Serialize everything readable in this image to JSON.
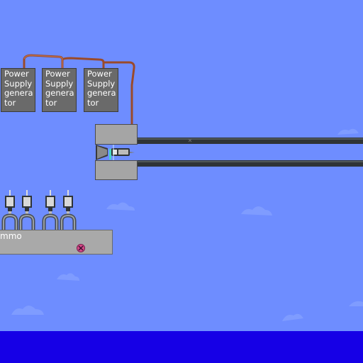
{
  "scene": {
    "colors": {
      "sky": "#6e8dff",
      "water": "#1600e6",
      "cloud": "#7f9cff",
      "block": "#6a6a6a",
      "block_border": "#3a3a3a",
      "steel": "#a5a5a5",
      "rail": "#2f3437",
      "wire": "#9a4a2b"
    },
    "generators": [
      {
        "label": "Power Supply generator"
      },
      {
        "label": "Power Supply generator"
      },
      {
        "label": "Power Supply generator"
      }
    ],
    "ammo_platform": {
      "label": "mmo",
      "delete_icon": "delete-x-icon"
    },
    "ammo_items": 4
  }
}
